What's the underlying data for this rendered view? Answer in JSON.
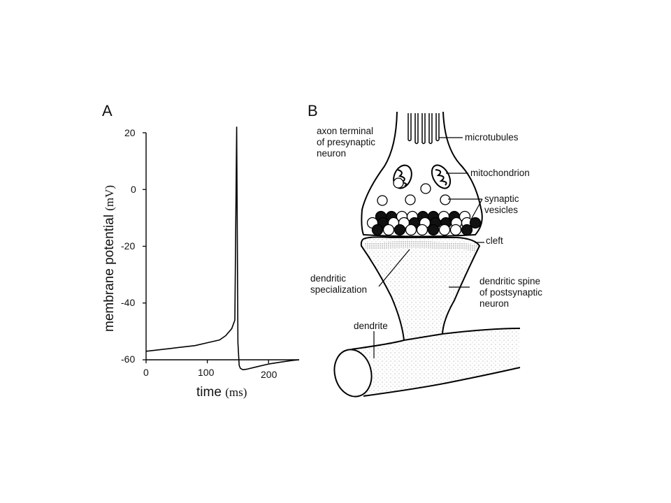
{
  "panel_a": {
    "label": "A",
    "ylabel_text": "membrane potential",
    "ylabel_unit": "(mV)",
    "xlabel_text": "time",
    "xlabel_unit": "(ms)",
    "y_ticks": [
      "20",
      "0",
      "-20",
      "-40",
      "-60"
    ],
    "x_ticks": [
      "0",
      "100",
      "200"
    ],
    "chart_data": {
      "type": "line",
      "xlim": [
        0,
        250
      ],
      "ylim": [
        -60,
        20
      ],
      "series": [
        {
          "x": [
            0,
            20,
            40,
            60,
            80,
            100,
            120,
            130,
            140,
            145,
            148,
            150,
            152,
            154,
            158,
            165,
            180,
            200,
            220,
            240,
            250
          ],
          "y": [
            -57,
            -56.5,
            -56,
            -55.5,
            -55,
            -54,
            -53,
            -51.5,
            -49,
            -46,
            22,
            -54,
            -62,
            -63,
            -63.5,
            -63.3,
            -62.5,
            -61.5,
            -60.8,
            -60.2,
            -60
          ]
        }
      ]
    }
  },
  "panel_b": {
    "label": "B",
    "labels": {
      "axon_terminal": "axon terminal\nof presynaptic\nneuron",
      "microtubules": "microtubules",
      "mitochondrion": "mitochondrion",
      "synaptic_vesicles": "synaptic\nvesicles",
      "cleft": "cleft",
      "dendritic_specialization": "dendritic\nspecialization",
      "dendritic_spine": "dendritic spine\nof postsynaptic\nneuron",
      "dendrite": "dendrite"
    }
  }
}
